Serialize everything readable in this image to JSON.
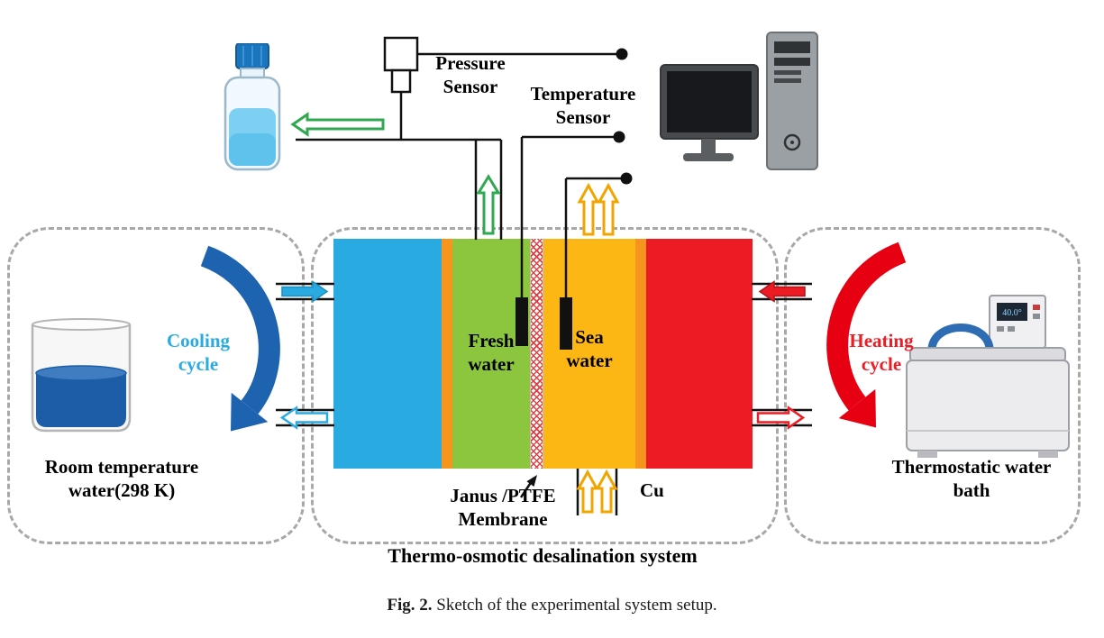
{
  "colors": {
    "cold_band": "#29ABE2",
    "orange_strip": "#F7941D",
    "fresh_band": "#8CC63F",
    "sea_band": "#FDB714",
    "hot_band": "#ED1C24",
    "cooling_arrow": "#1E63B0",
    "heating_arrow": "#E60012",
    "cool_flow": "#29ABE2",
    "hot_flow": "#ED1C24",
    "permeate_arrow": "#2FA84F",
    "feed_arrow": "#F0A500",
    "line": "#111111"
  },
  "sensors": {
    "pressure_label": "Pressure\nSensor",
    "temperature_label": "Temperature\nSensor"
  },
  "cell": {
    "fresh_label": "Fresh\nwater",
    "sea_label": "Sea\nwater",
    "membrane_label": "Janus /PTFE\nMembrane",
    "cu_label": "Cu"
  },
  "cooling_loop": {
    "cycle_label": "Cooling\ncycle",
    "reservoir_label": "Room temperature\nwater(298 K)"
  },
  "heating_loop": {
    "cycle_label": "Heating\ncycle",
    "bath_label": "Thermostatic water\nbath",
    "bath_display": "40.0°"
  },
  "system": {
    "title": "Thermo-osmotic desalination system"
  },
  "caption": {
    "label": "Fig. 2.",
    "text": "Sketch of the experimental system setup."
  }
}
